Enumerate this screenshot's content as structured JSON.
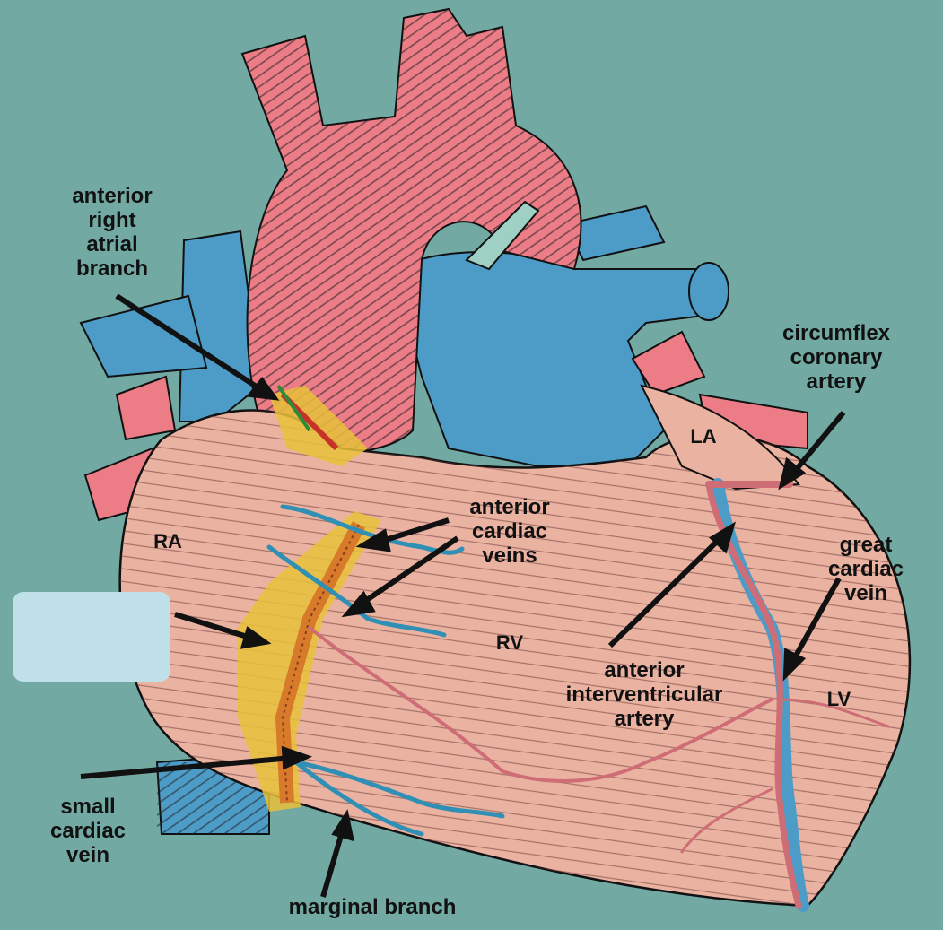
{
  "colors": {
    "background": "#72a9a3",
    "artery": "#ec7c86",
    "vein": "#4d9cc8",
    "myocardium": "#eab2a1",
    "highlight": "#e7c13a",
    "coronary_vessel": "#cf6d76",
    "outline": "#111111"
  },
  "labels": {
    "anterior_right_atrial_branch": "anterior\nright\natrial\nbranch",
    "circumflex_coronary_artery": "circumflex\ncoronary\nartery",
    "la": "LA",
    "ra": "RA",
    "rv": "RV",
    "lv": "LV",
    "anterior_cardiac_veins": "anterior\ncardiac\nveins",
    "great_cardiac_vein": "great\ncardiac\nvein",
    "anterior_interventricular_artery": "anterior\ninterventricular\nartery",
    "small_cardiac_vein": "small\ncardiac\nvein",
    "marginal_branch": "marginal branch"
  },
  "hidden_label_box": ""
}
